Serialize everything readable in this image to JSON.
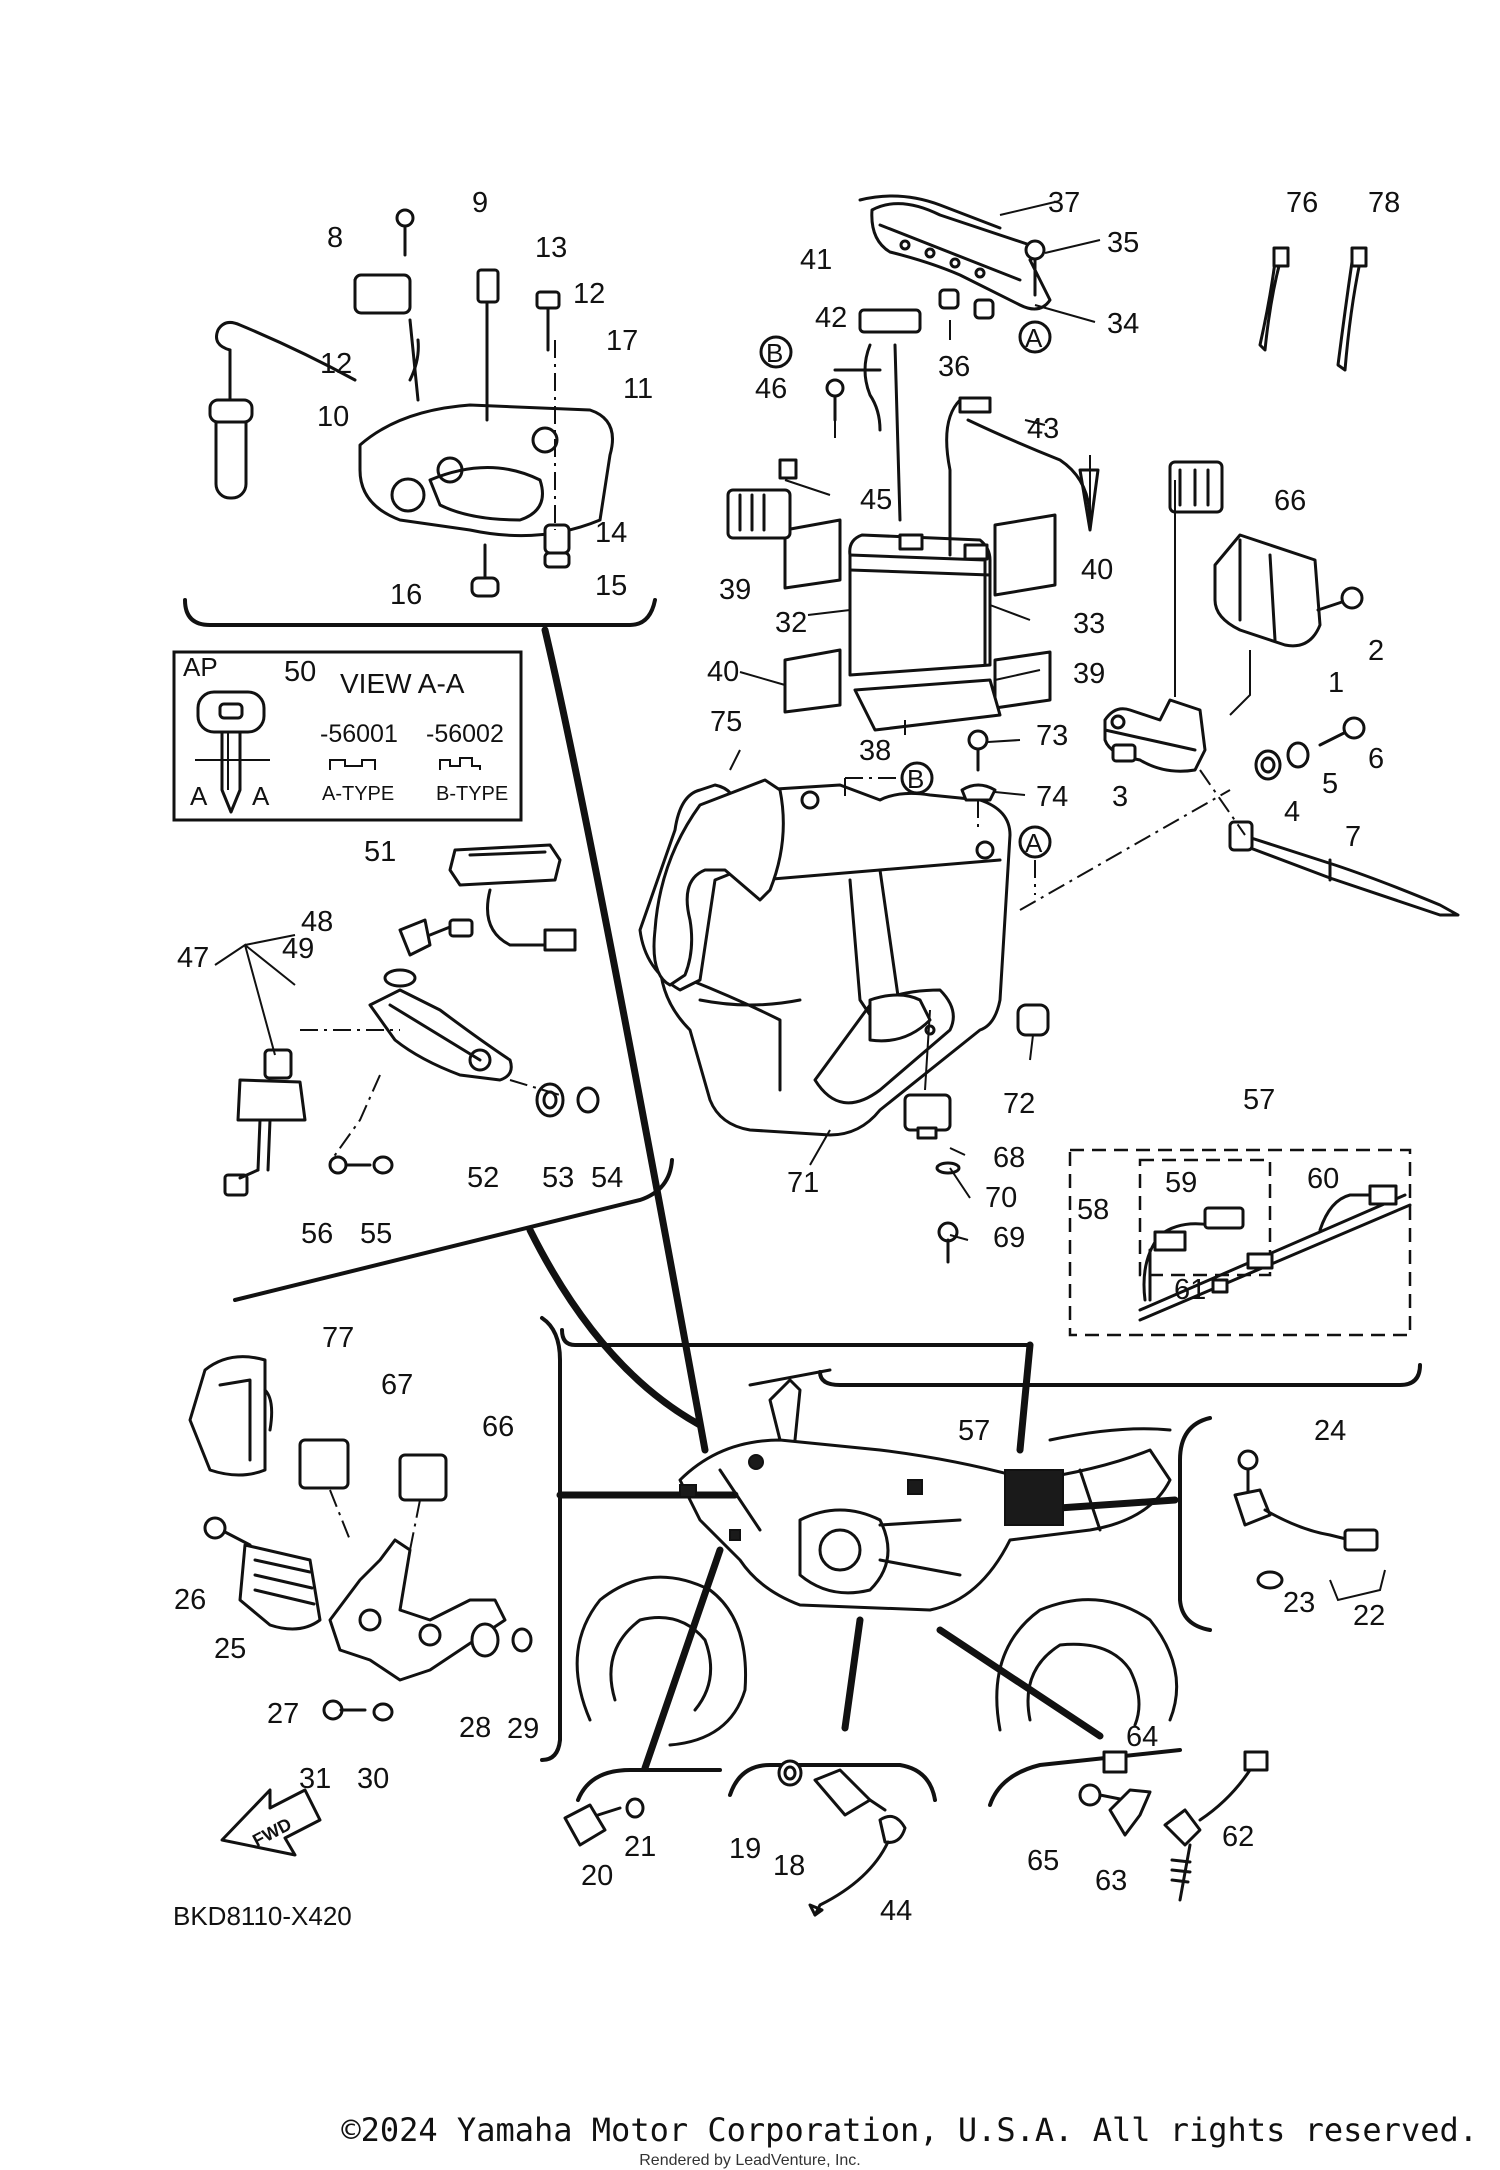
{
  "diagram": {
    "code": "BKD8110-X420",
    "fwd_label": "FWD",
    "marker_a": "A",
    "marker_b": "B",
    "inset": {
      "ap": "AP",
      "key_ref": "50",
      "view_title": "VIEW A-A",
      "section_a": "A",
      "type1_code": "-56001",
      "type2_code": "-56002",
      "type1_name": "A-TYPE",
      "type2_name": "B-TYPE"
    },
    "callouts": [
      "1",
      "2",
      "3",
      "4",
      "5",
      "6",
      "7",
      "8",
      "9",
      "10",
      "11",
      "12",
      "13",
      "14",
      "15",
      "16",
      "17",
      "18",
      "19",
      "20",
      "21",
      "22",
      "23",
      "24",
      "25",
      "26",
      "27",
      "28",
      "29",
      "30",
      "31",
      "32",
      "33",
      "34",
      "35",
      "36",
      "37",
      "38",
      "39",
      "40",
      "41",
      "42",
      "43",
      "44",
      "45",
      "46",
      "47",
      "48",
      "49",
      "50",
      "51",
      "52",
      "53",
      "54",
      "55",
      "56",
      "57",
      "58",
      "59",
      "60",
      "61",
      "62",
      "63",
      "64",
      "65",
      "66",
      "67",
      "68",
      "69",
      "70",
      "71",
      "72",
      "73",
      "74",
      "75",
      "76",
      "77",
      "78"
    ]
  },
  "footer": {
    "copyright": "©2024 Yamaha Motor Corporation, U.S.A. All rights reserved.",
    "rendered_by": "Rendered by LeadVenture, Inc."
  }
}
